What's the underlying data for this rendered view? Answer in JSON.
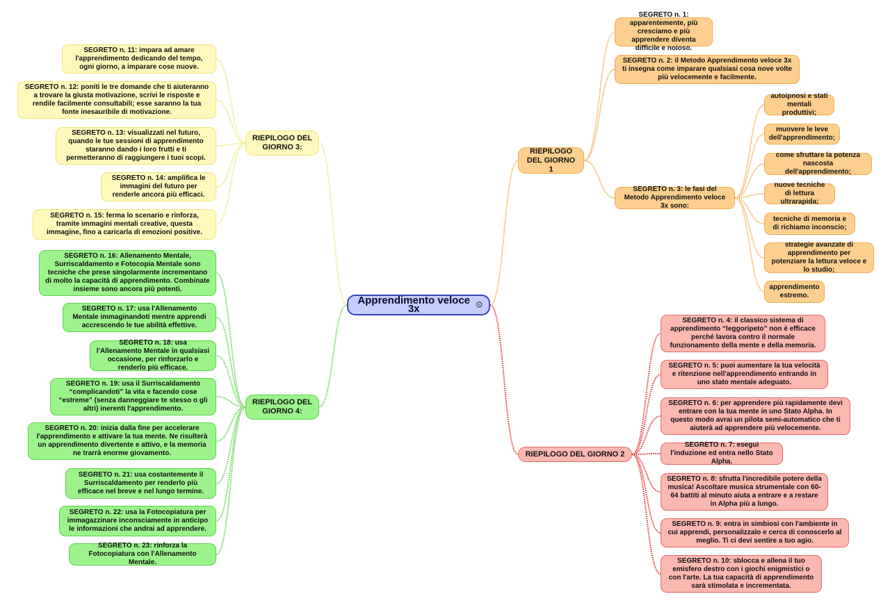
{
  "root": {
    "label": "Apprendimento veloce 3x",
    "icon": "gear-icon",
    "color": "#3346c2"
  },
  "colors": {
    "day1": "#f0ab4f",
    "day2": "#e02c2c",
    "day3": "#ece47a",
    "day4": "#5bd14a"
  },
  "day1": {
    "label": "RIEPILOGO DEL GIORNO 1",
    "secrets": [
      "SEGRETO n. 1: apparentemente, più cresciamo e più apprendere diventa difficile e noioso.",
      "SEGRETO n. 2: il Metodo Apprendimento veloce 3x ti insegna come imparare qualsiasi cosa nove volte più velocemente e facilmente.",
      "SEGRETO n. 3: le fasi del Metodo Apprendimento veloce 3x sono:"
    ],
    "phases": [
      "autoipnosi e stati mentali produttivi;",
      "muovere le leve dell'apprendimento;",
      "come sfruttare la potenza nascosta dell'apprendimento;",
      "nuove tecniche di lettura ultrarapida;",
      "tecniche di memoria e di richiamo inconscio;",
      "strategie avanzate di apprendimento per potenziare la lettura veloce e lo studio;",
      "apprendimento estremo."
    ]
  },
  "day2": {
    "label": "RIEPILOGO DEL GIORNO 2",
    "secrets": [
      "SEGRETO n. 4: il classico sistema di apprendimento “leggoripeto” non è efficace perché lavora contro il normale funzionamento della mente e della memoria.",
      "SEGRETO n. 5: puoi aumentare la tua velocità e ritenzione nell'apprendimento entrando in uno stato mentale adeguato.",
      "SEGRETO n. 6: per apprendere più rapidamente devi entrare con la tua mente in uno Stato Alpha. In questo modo avrai un pilota semi-automatico che ti aiuterà ad apprendere più velocemente.",
      "SEGRETO n. 7: esegui l'induzione ed entra nello Stato Alpha.",
      "SEGRETO n. 8: sfrutta l'incredibile potere della musica! Ascoltare musica strumentale con 60-64 battiti al minuto aiuta a entrare e a restare in Alpha più a lungo.",
      "SEGRETO n. 9: entra in simbiosi con l'ambiente in cui apprendi, personalizzalo e cerca di conoscerlo al meglio. Ti ci devi sentire a tuo agio.",
      "SEGRETO n. 10: sblocca e allena il tuo emisfero destro con i giochi enigmistici o con l'arte. La tua capacità di apprendimento sarà stimolata e incrementata."
    ]
  },
  "day3": {
    "label": "RIEPILOGO DEL GIORNO 3:",
    "secrets": [
      "SEGRETO n. 11: impara ad amare l'apprendimento dedicando del tempo, ogni giorno, a imparare cose nuove.",
      "SEGRETO n. 12: poniti le tre domande che ti aiuteranno a trovare la giusta motivazione, scrivi le risposte e rendile facilmente consultabili; esse saranno la tua fonte inesauribile di motivazione.",
      "SEGRETO n. 13: visualizzati nel futuro, quando le tue sessioni di apprendimento staranno dando i loro frutti e ti permetteranno di raggiungere i tuoi scopi.",
      "SEGRETO n. 14: amplifica le immagini del futuro per renderle ancora più efficaci.",
      "SEGRETO n. 15: ferma lo scenario e rinforza, tramite immagini mentali creative, questa immagine, fino a caricarla di emozioni positive."
    ]
  },
  "day4": {
    "label": "RIEPILOGO DEL GIORNO 4:",
    "secrets": [
      "SEGRETO n. 16: Allenamento Mentale, Surriscaldamento e Fotocopia Mentale sono tecniche che prese singolarmente incrementano di molto la capacità di apprendimento. Combinate insieme sono ancora più potenti.",
      "SEGRETO n. 17: usa l'Allenamento Mentale immaginandoti mentre apprendi accrescendo le tue abilità effettive.",
      "SEGRETO n. 18: usa l'Allenamento Mentale in qualsiasi occasione, per rinforzarlo e renderlo più efficace.",
      "SEGRETO n. 19: usa il Surriscaldamento “complicandoti” la vita e facendo cose “estreme” (senza danneggiare te stesso o gli altri) inerenti l'apprendimento.",
      "SEGRETO n. 20: inizia dalla fine per accelerare l'apprendimento e attivare la tua mente. Ne risulterà un apprendimento divertente e attivo, e la memoria ne trarrà enorme giovamento.",
      "SEGRETO n. 21: usa costantemente il Surriscaldamento per renderlo più efficace nel breve e nel lungo termine.",
      "SEGRETO n. 22: usa la Fotocopiatura per immagazzinare inconsciamente in anticipo le informazioni che andrai ad apprendere.",
      "SEGRETO n. 23: rinforza la Fotocopiatura con l'Allenamento Mentale."
    ]
  }
}
